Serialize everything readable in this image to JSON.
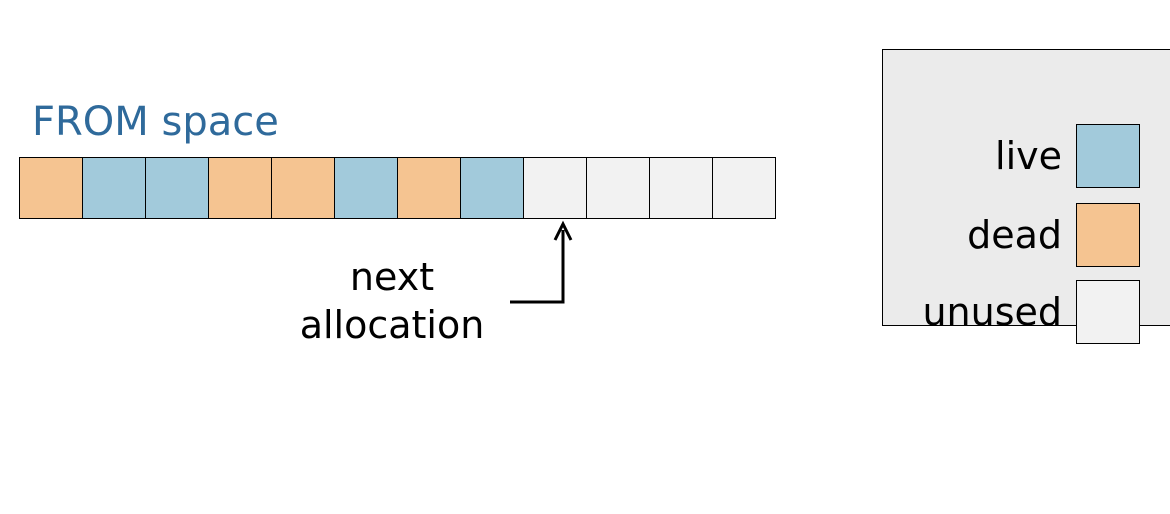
{
  "title": "FROM space",
  "cell_colors": {
    "live": "#a2cadb",
    "dead": "#f5c491",
    "unused": "#f2f2f2"
  },
  "cells": [
    "dead",
    "live",
    "live",
    "dead",
    "dead",
    "live",
    "dead",
    "live",
    "unused",
    "unused",
    "unused",
    "unused"
  ],
  "pointer": {
    "line1": "next",
    "line2": "allocation",
    "target_cell_index": 8
  },
  "legend": [
    {
      "key": "live",
      "label": "live"
    },
    {
      "key": "dead",
      "label": "dead"
    },
    {
      "key": "unused",
      "label": "unused"
    }
  ]
}
